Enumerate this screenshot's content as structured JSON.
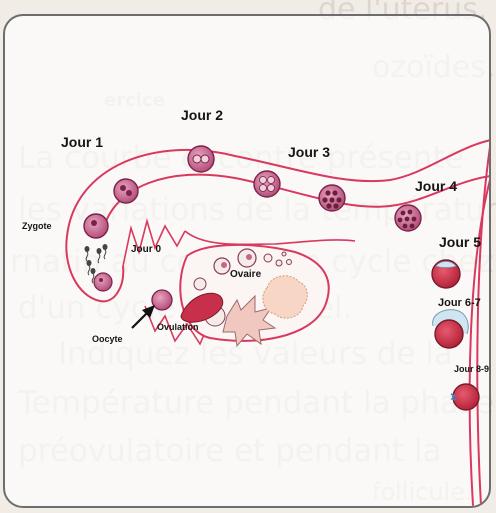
{
  "background": {
    "lines": [
      "de l'utérus.",
      "ozoïdes.",
      "ercice",
      "La courbe ci-contre présente",
      "les variations de la température",
      "rnatin au cours d'un cycle chez",
      "d'un cycle menstruel.",
      "Indiquez les valeurs de la",
      "Température pendant la phase",
      "préovulatoire et pendant la",
      "follicule."
    ]
  },
  "diagram": {
    "labels": {
      "jour1": "Jour 1",
      "jour2": "Jour 2",
      "jour3": "Jour 3",
      "jour4": "Jour 4",
      "jour5": "Jour 5",
      "jour67": "Jour 6-7",
      "jour89": "Jour 8-9",
      "jour0": "Jour 0",
      "zygote": "Zygote",
      "ovaire": "Ovaire",
      "ovulation": "Ovulation",
      "oocyte": "Oocyte"
    },
    "colors": {
      "tube": "#d9395f",
      "cell_fill": "#c8648f",
      "cell_stroke": "#7a2347",
      "corpus_luteum": "#c82f4a",
      "follicle_pink": "#f2c8bc"
    }
  }
}
